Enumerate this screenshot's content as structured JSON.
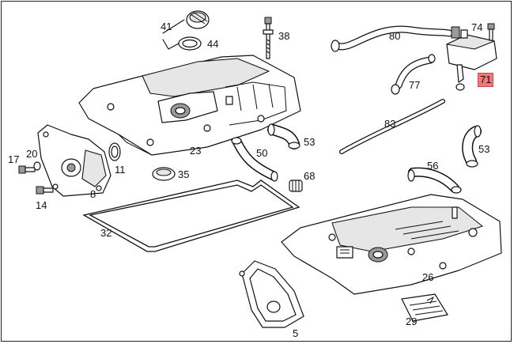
{
  "accent_color": "#f07878",
  "callouts": [
    {
      "id": "41",
      "text": "41"
    },
    {
      "id": "44",
      "text": "44"
    },
    {
      "id": "38",
      "text": "38"
    },
    {
      "id": "80",
      "text": "80"
    },
    {
      "id": "74",
      "text": "74"
    },
    {
      "id": "71",
      "text": "71",
      "highlighted": true
    },
    {
      "id": "77",
      "text": "77"
    },
    {
      "id": "53a",
      "text": "53"
    },
    {
      "id": "23",
      "text": "23"
    },
    {
      "id": "20",
      "text": "20"
    },
    {
      "id": "17",
      "text": "17"
    },
    {
      "id": "11",
      "text": "11"
    },
    {
      "id": "8",
      "text": "8"
    },
    {
      "id": "14",
      "text": "14"
    },
    {
      "id": "35",
      "text": "35"
    },
    {
      "id": "50",
      "text": "50"
    },
    {
      "id": "68",
      "text": "68"
    },
    {
      "id": "83",
      "text": "83"
    },
    {
      "id": "53b",
      "text": "53"
    },
    {
      "id": "56",
      "text": "56"
    },
    {
      "id": "32",
      "text": "32"
    },
    {
      "id": "26",
      "text": "26"
    },
    {
      "id": "5",
      "text": "5"
    },
    {
      "id": "29",
      "text": "29"
    }
  ]
}
